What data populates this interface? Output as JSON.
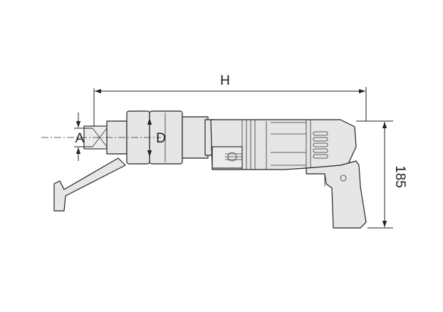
{
  "dimensions": {
    "overall_length_label": "H",
    "height_label": "185",
    "square_drive_label": "A",
    "diameter_label": "D"
  }
}
